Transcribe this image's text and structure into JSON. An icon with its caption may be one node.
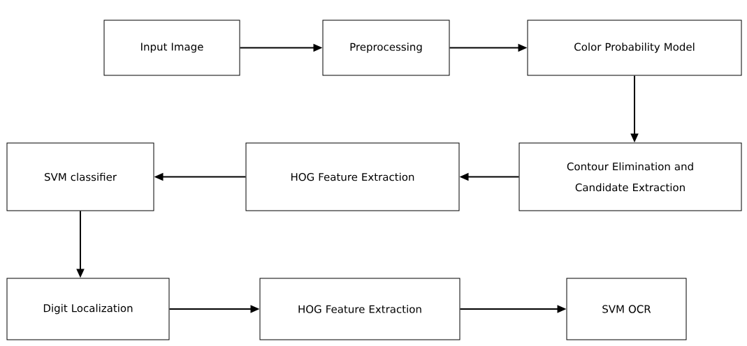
{
  "diagram": {
    "nodes": [
      {
        "text": [
          "Input Image"
        ]
      },
      {
        "text": [
          "Preprocessing"
        ]
      },
      {
        "text": [
          "Color Probability Model"
        ]
      },
      {
        "text": [
          "Contour Elimination and Candidate Extraction"
        ]
      },
      {
        "text": [
          "HOG Feature Extraction"
        ]
      },
      {
        "text": [
          "SVM classifier"
        ]
      },
      {
        "text": [
          "Digit Localization"
        ]
      },
      {
        "text": [
          "HOG Feature Extraction"
        ]
      },
      {
        "text": [
          "SVM OCR"
        ]
      }
    ],
    "edges": [
      {
        "from": 0,
        "to": 1,
        "arrow": "to"
      },
      {
        "from": 1,
        "to": 2,
        "arrow": "to"
      },
      {
        "from": 2,
        "to": 3,
        "arrow": "to"
      },
      {
        "from": 3,
        "to": 4,
        "arrow": "to"
      },
      {
        "from": 4,
        "to": 5,
        "arrow": "to"
      },
      {
        "from": 5,
        "to": 6,
        "arrow": "to"
      },
      {
        "from": 6,
        "to": 7,
        "arrow": "to"
      },
      {
        "from": 7,
        "to": 8,
        "arrow": "to"
      }
    ]
  }
}
